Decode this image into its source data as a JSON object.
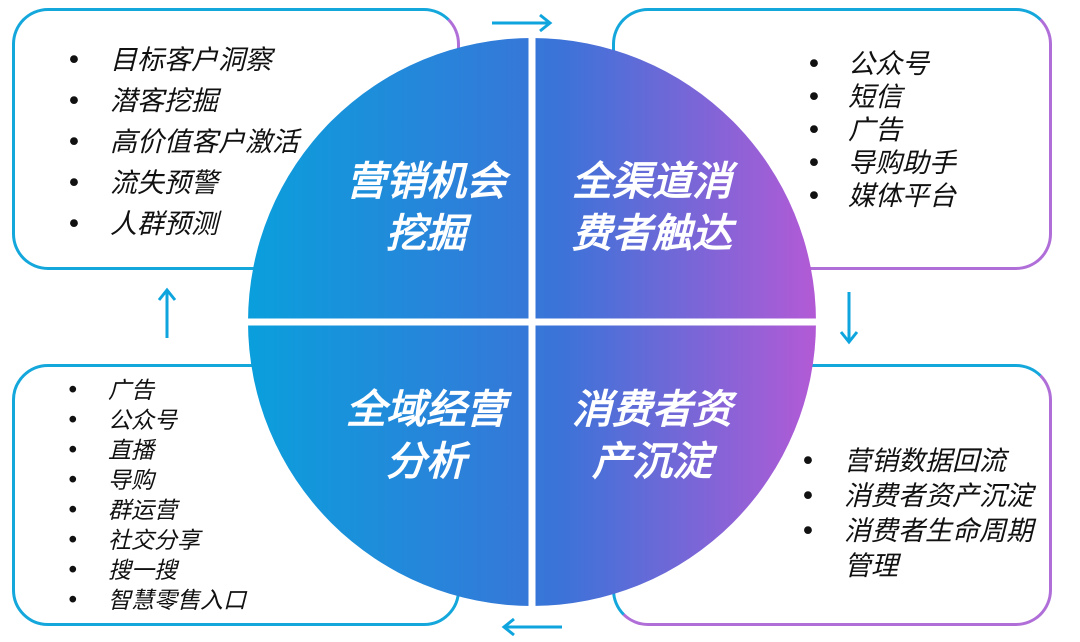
{
  "diagram": {
    "quadrants": {
      "top_left": {
        "title_line1": "营销机会",
        "title_line2": "挖掘",
        "items": [
          "目标客户洞察",
          "潜客挖掘",
          "高价值客户激活",
          "流失预警",
          "人群预测"
        ]
      },
      "top_right": {
        "title_line1": "全渠道消",
        "title_line2": "费者触达",
        "items": [
          "公众号",
          "短信",
          "广告",
          "导购助手",
          "媒体平台"
        ]
      },
      "bottom_left": {
        "title_line1": "全域经营",
        "title_line2": "分析",
        "items": [
          "广告",
          "公众号",
          "直播",
          "导购",
          "群运营",
          "社交分享",
          "搜一搜",
          "智慧零售入口"
        ]
      },
      "bottom_right": {
        "title_line1": "消费者资",
        "title_line2": "产沉淀",
        "items": [
          "营销数据回流",
          "消费者资产沉淀",
          "消费者生命周期",
          "管理"
        ]
      }
    },
    "bullet_symbol": "•",
    "colors": {
      "circle_gradient_start": "#0a9fdc",
      "circle_gradient_mid": "#3b73d8",
      "circle_gradient_end": "#b35ad6",
      "arrow": "#0ea5de",
      "box_border_blue": "#14a7dc",
      "box_border_purple": "#b06fd8"
    },
    "arrows": [
      "arrow-right-icon",
      "arrow-down-icon",
      "arrow-left-icon",
      "arrow-up-icon"
    ]
  }
}
